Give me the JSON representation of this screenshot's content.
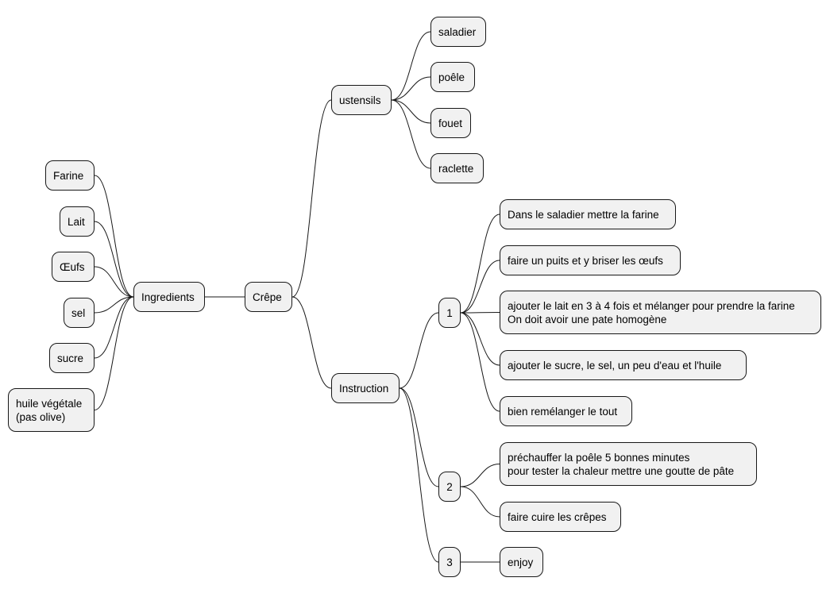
{
  "diagram": {
    "colors": {
      "node_fill": "#f1f1f1",
      "node_border": "#181818",
      "edge": "#181818",
      "background": "#ffffff"
    },
    "root": {
      "label": "Crêpe"
    },
    "ingredients": {
      "label": "Ingredients",
      "items": [
        {
          "lines": [
            "Farine"
          ]
        },
        {
          "lines": [
            "Lait"
          ]
        },
        {
          "lines": [
            "Œufs"
          ]
        },
        {
          "lines": [
            "sel"
          ]
        },
        {
          "lines": [
            "sucre"
          ]
        },
        {
          "lines": [
            "huile végétale",
            "(pas olive)"
          ]
        }
      ]
    },
    "ustensils": {
      "label": "ustensils",
      "items": [
        {
          "lines": [
            "saladier"
          ]
        },
        {
          "lines": [
            "poêle"
          ]
        },
        {
          "lines": [
            "fouet"
          ]
        },
        {
          "lines": [
            "raclette"
          ]
        }
      ]
    },
    "instruction": {
      "label": "Instruction",
      "steps": [
        {
          "label": "1",
          "items": [
            {
              "lines": [
                "Dans le saladier mettre la farine"
              ]
            },
            {
              "lines": [
                "faire un puits et y briser les œufs"
              ]
            },
            {
              "lines": [
                "ajouter le lait en 3 à 4 fois et mélanger pour prendre la farine",
                "On doit avoir une pate homogène"
              ]
            },
            {
              "lines": [
                "ajouter le sucre, le sel, un peu d'eau et l'huile"
              ]
            },
            {
              "lines": [
                "bien remélanger le tout"
              ]
            }
          ]
        },
        {
          "label": "2",
          "items": [
            {
              "lines": [
                "préchauffer la poêle 5 bonnes minutes",
                "pour tester la chaleur mettre une goutte de pâte"
              ]
            },
            {
              "lines": [
                "faire cuire les crêpes"
              ]
            }
          ]
        },
        {
          "label": "3",
          "items": [
            {
              "lines": [
                "enjoy"
              ]
            }
          ]
        }
      ]
    }
  }
}
